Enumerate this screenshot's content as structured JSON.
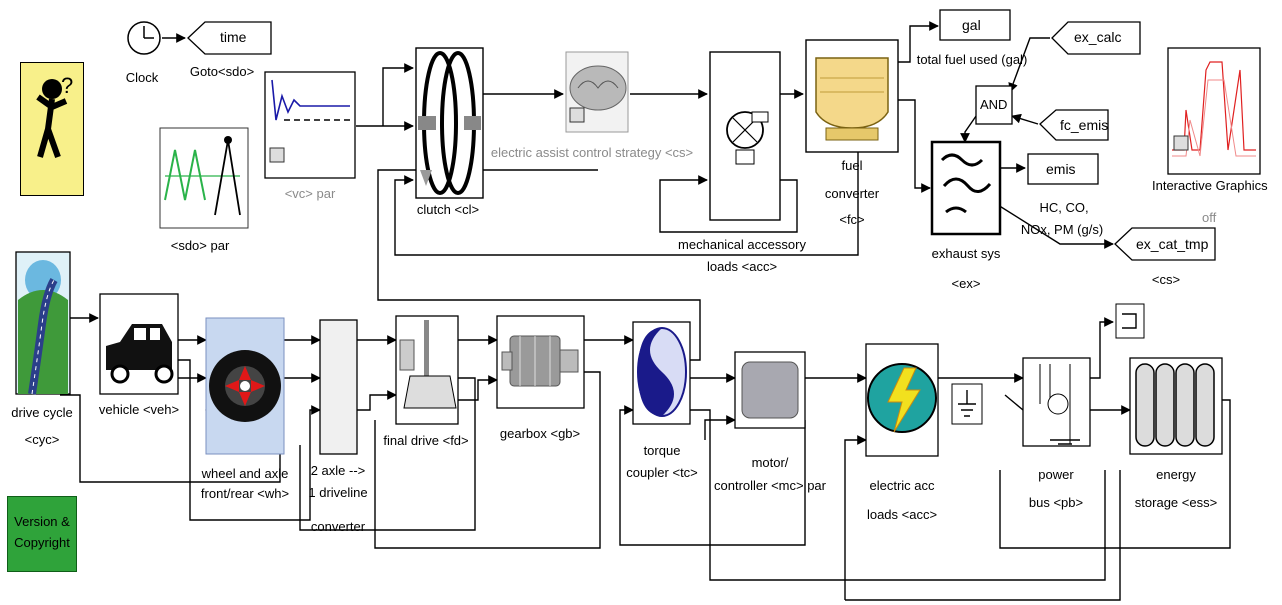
{
  "blocks": {
    "clock": "Clock",
    "goto_tag": "time",
    "goto_label": "Goto<sdo>",
    "vc_par": "<vc> par",
    "sdo_par": "<sdo> par",
    "clutch": "clutch <cl>",
    "cs_label": "electric assist control strategy <cs>",
    "mech_acc_1": "mechanical accessory",
    "mech_acc_2": "loads <acc>",
    "fuel_1": "fuel",
    "fuel_2": "converter",
    "fuel_3": "<fc>",
    "gal_tag": "gal",
    "gal_label": "total fuel used (gal)",
    "ex_calc": "ex_calc",
    "and_gate": "AND",
    "fc_emis": "fc_emis",
    "emis": "emis",
    "emis_label_1": "HC, CO,",
    "emis_label_2": "NOx, PM (g/s)",
    "exhaust_1": "exhaust sys",
    "exhaust_2": "<ex>",
    "ex_cat_tmp": "ex_cat_tmp",
    "ex_cat_cs": "<cs>",
    "interactive": "Interactive Graphics",
    "interactive_state": "off",
    "drive_cycle_1": "drive cycle",
    "drive_cycle_2": "<cyc>",
    "vehicle": "vehicle <veh>",
    "wheel_1": "wheel and axle",
    "wheel_2": "front/rear <wh>",
    "axle_1": "2 axle -->",
    "axle_2": "1 driveline",
    "axle_3": "converter",
    "final_drive": "final drive <fd>",
    "gearbox": "gearbox <gb>",
    "torque_1": "torque",
    "torque_2": "coupler <tc>",
    "motor_1": "motor/",
    "motor_2": "controller <mc> par",
    "elec_acc_1": "electric acc",
    "elec_acc_2": "loads <acc>",
    "power_bus_1": "power",
    "power_bus_2": "bus <pb>",
    "energy_1": "energy",
    "energy_2": "storage <ess>",
    "version_1": "Version &",
    "version_2": "Copyright"
  }
}
